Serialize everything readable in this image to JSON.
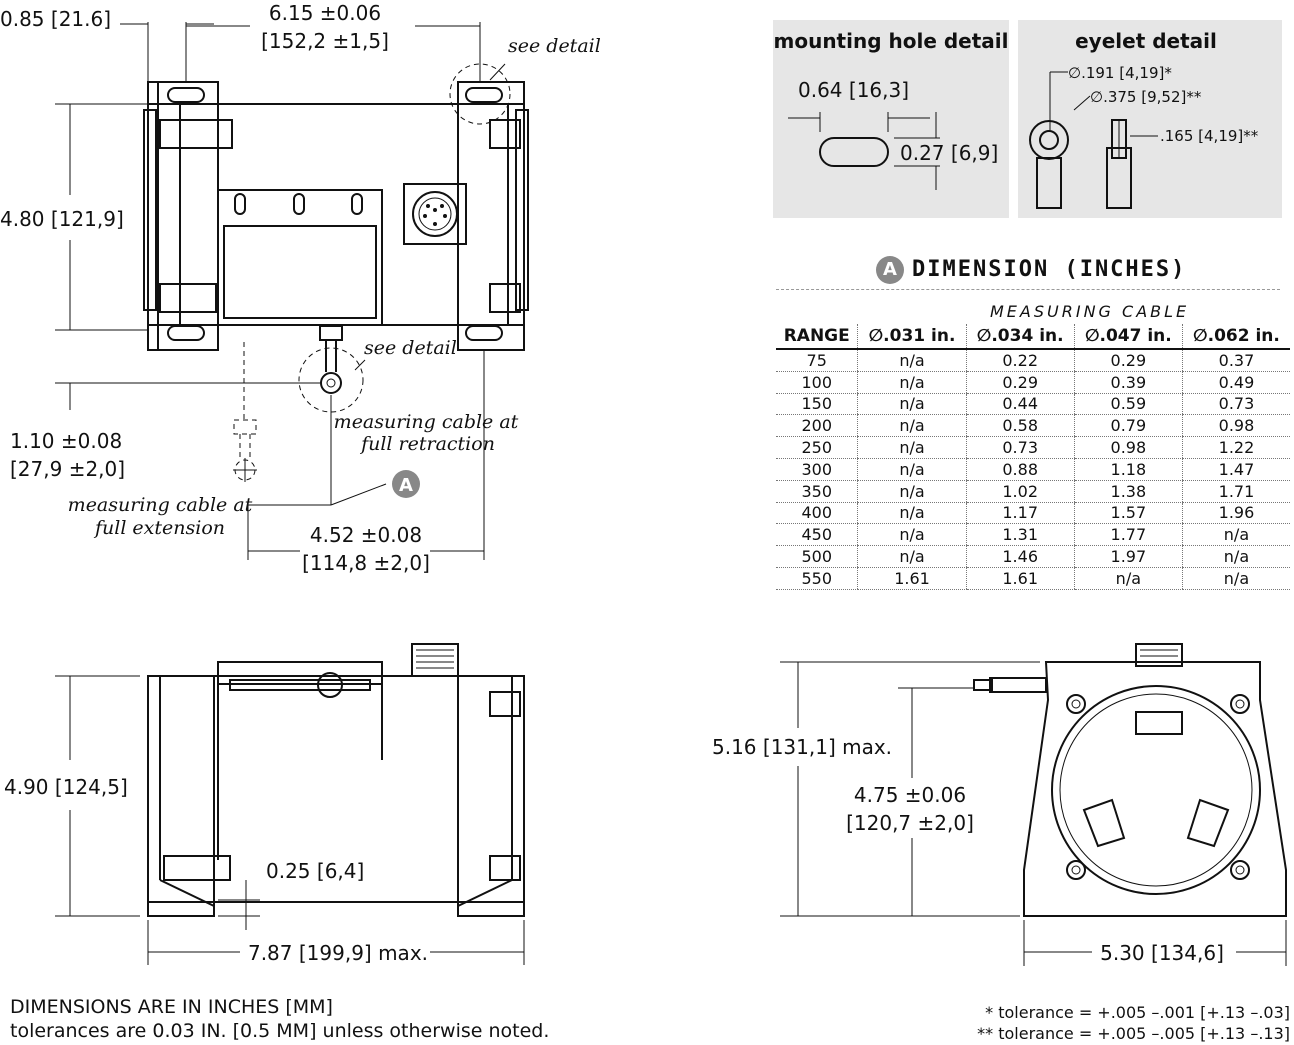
{
  "top_view": {
    "dim_width_small": "0.85 [21.6]",
    "dim_width_mid_1": "6.15 ±0.06",
    "dim_width_mid_2": "[152,2 ±1,5]",
    "see_detail_1": "see detail",
    "dim_height": "4.80 [121,9]",
    "see_detail_2": "see detail",
    "note_retraction_1": "measuring cable at",
    "note_retraction_2": "full retraction",
    "dim_offset_1": "1.10 ±0.08",
    "dim_offset_2": "[27,9 ±2,0]",
    "note_extension_1": "measuring cable at",
    "note_extension_2": "full extension",
    "callout_letter": "A",
    "dim_cable_1": "4.52 ±0.08",
    "dim_cable_2": "[114,8 ±2,0]"
  },
  "mounting_detail": {
    "title": "mounting hole detail",
    "dim_slot_length": "0.64 [16,3]",
    "dim_slot_width": "0.27 [6,9]"
  },
  "eyelet_detail": {
    "title": "eyelet detail",
    "dim_inner": "∅.191 [4,19]*",
    "dim_outer": "∅.375 [9,52]**",
    "dim_thickness": ".165 [4,19]**"
  },
  "table": {
    "badge": "A",
    "title": "DIMENSION (INCHES)",
    "subtitle": "MEASURING CABLE",
    "headers": [
      "RANGE",
      "∅.031 in.",
      "∅.034 in.",
      "∅.047 in.",
      "∅.062 in."
    ],
    "rows": [
      [
        "75",
        "n/a",
        "0.22",
        "0.29",
        "0.37"
      ],
      [
        "100",
        "n/a",
        "0.29",
        "0.39",
        "0.49"
      ],
      [
        "150",
        "n/a",
        "0.44",
        "0.59",
        "0.73"
      ],
      [
        "200",
        "n/a",
        "0.58",
        "0.79",
        "0.98"
      ],
      [
        "250",
        "n/a",
        "0.73",
        "0.98",
        "1.22"
      ],
      [
        "300",
        "n/a",
        "0.88",
        "1.18",
        "1.47"
      ],
      [
        "350",
        "n/a",
        "1.02",
        "1.38",
        "1.71"
      ],
      [
        "400",
        "n/a",
        "1.17",
        "1.57",
        "1.96"
      ],
      [
        "450",
        "n/a",
        "1.31",
        "1.77",
        "n/a"
      ],
      [
        "500",
        "n/a",
        "1.46",
        "1.97",
        "n/a"
      ],
      [
        "550",
        "1.61",
        "1.61",
        "n/a",
        "n/a"
      ]
    ]
  },
  "side_view": {
    "dim_height": "4.90 [124,5]",
    "dim_foot": "0.25 [6,4]",
    "dim_length": "7.87 [199,9] max."
  },
  "end_view": {
    "dim_overall_height": "5.16 [131,1] max.",
    "dim_center_1": "4.75 ±0.06",
    "dim_center_2": "[120,7 ±2,0]",
    "dim_width": "5.30 [134,6]"
  },
  "footer": {
    "line1": "DIMENSIONS ARE IN INCHES [MM]",
    "line2": "tolerances are 0.03 IN. [0.5 MM] unless otherwise noted.",
    "tol1": "* tolerance = +.005 –.001 [+.13 –.03]",
    "tol2": "** tolerance = +.005 –.005 [+.13 –.13]"
  }
}
